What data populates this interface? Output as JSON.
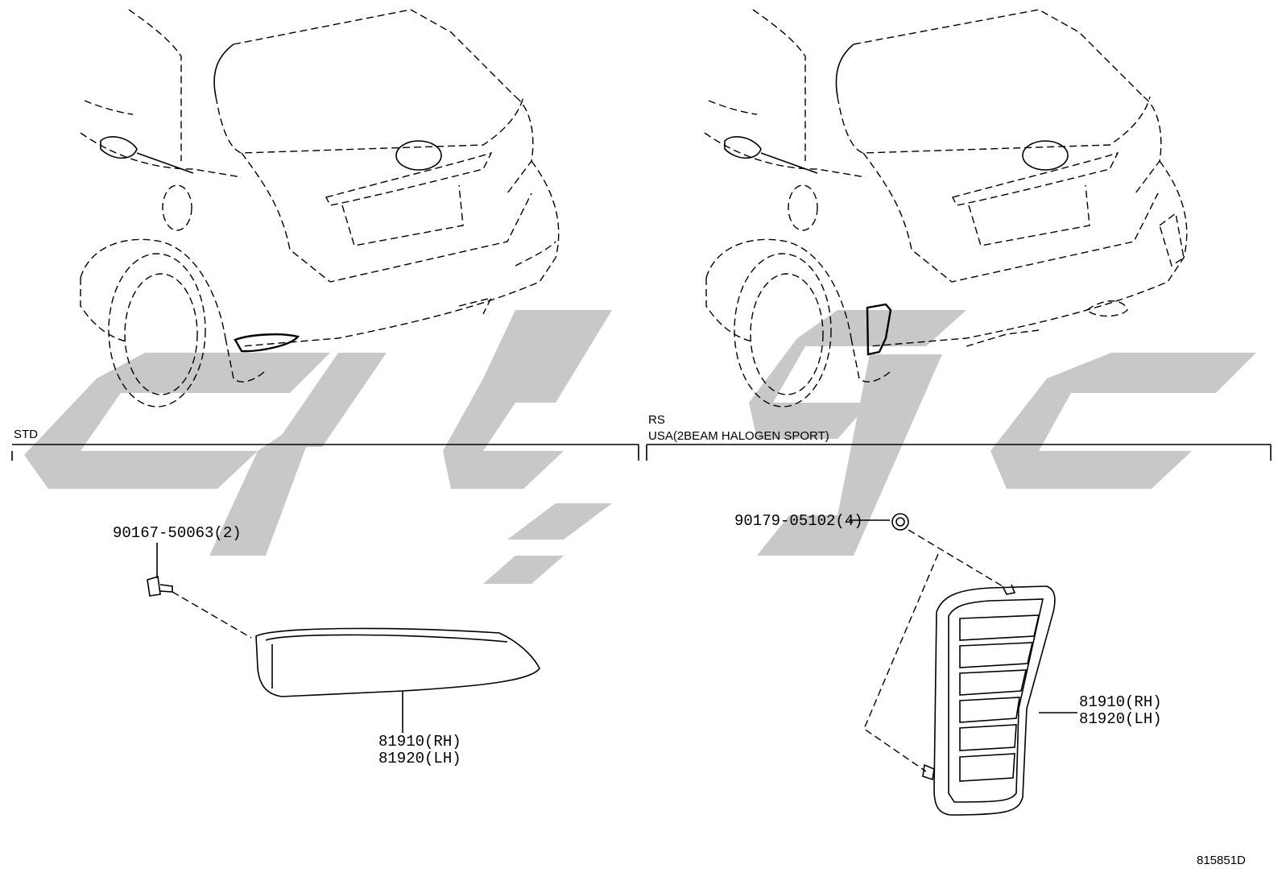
{
  "sections": {
    "std": {
      "label": "STD"
    },
    "rs": {
      "line1": "RS",
      "line2": "USA(2BEAM HALOGEN SPORT)"
    }
  },
  "std_parts": {
    "clip": "90167-50063(2)",
    "reflector_rh": "81910(RH)",
    "reflector_lh": "81920(LH)"
  },
  "rs_parts": {
    "nut": "90179-05102(4)",
    "reflector_rh": "81910(RH)",
    "reflector_lh": "81920(LH)"
  },
  "diagram_id": "815851D",
  "watermark_color": "#c8c8c8"
}
